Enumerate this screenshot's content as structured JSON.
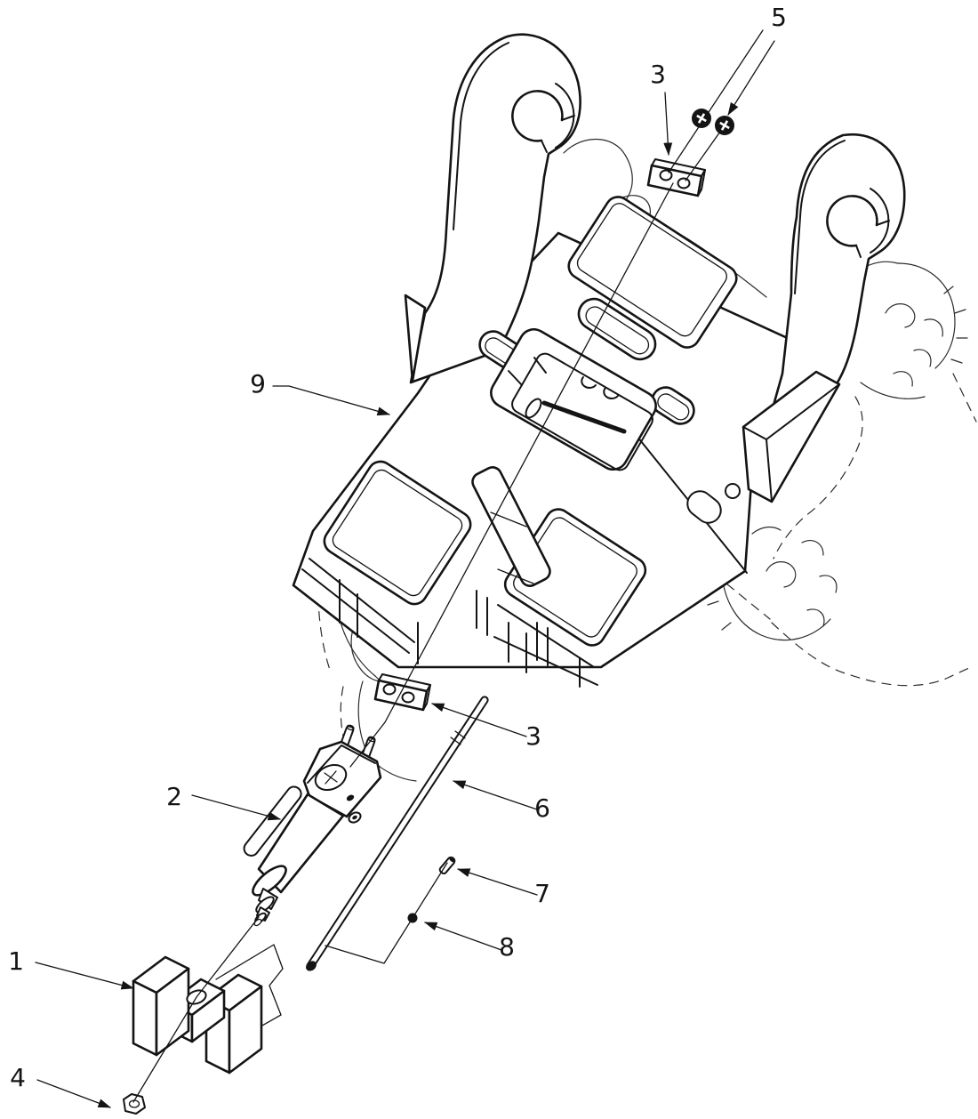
{
  "diagram": {
    "background": "#ffffff",
    "line_color": "#141414",
    "callouts": {
      "c1": {
        "label": "1"
      },
      "c2": {
        "label": "2"
      },
      "c3_top": {
        "label": "3"
      },
      "c3_bottom": {
        "label": "3"
      },
      "c4": {
        "label": "4"
      },
      "c5": {
        "label": "5"
      },
      "c6": {
        "label": "6"
      },
      "c7": {
        "label": "7"
      },
      "c8": {
        "label": "8"
      },
      "c9": {
        "label": "9"
      }
    }
  }
}
